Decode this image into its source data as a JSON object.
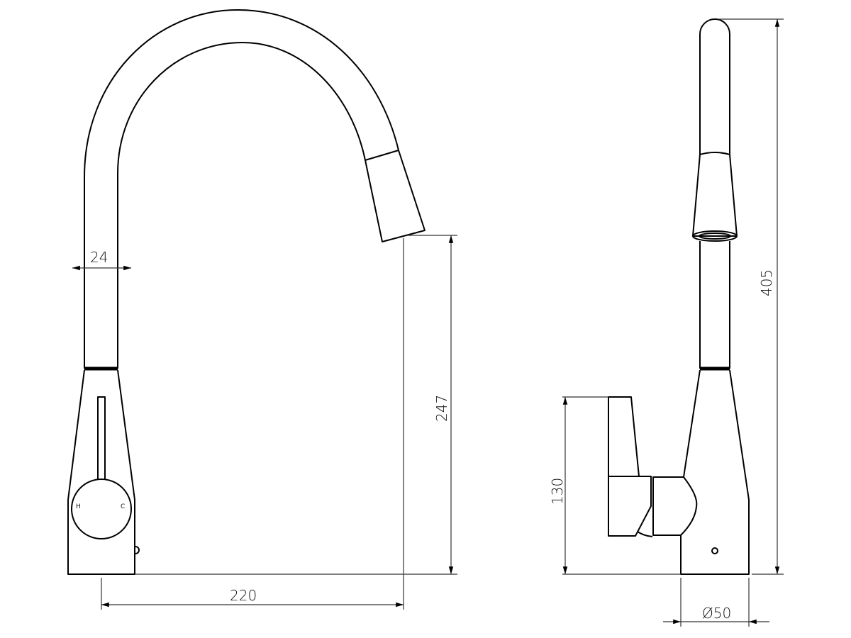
{
  "drawing": {
    "front_view": {
      "dim_pipe_width": "24",
      "dim_reach": "220",
      "dim_spout_height": "247",
      "hot_label": "H",
      "cold_label": "C"
    },
    "side_view": {
      "dim_handle_height": "130",
      "dim_total_height": "405",
      "dim_base_diameter": "Ø50"
    },
    "line_color": "#000000"
  }
}
